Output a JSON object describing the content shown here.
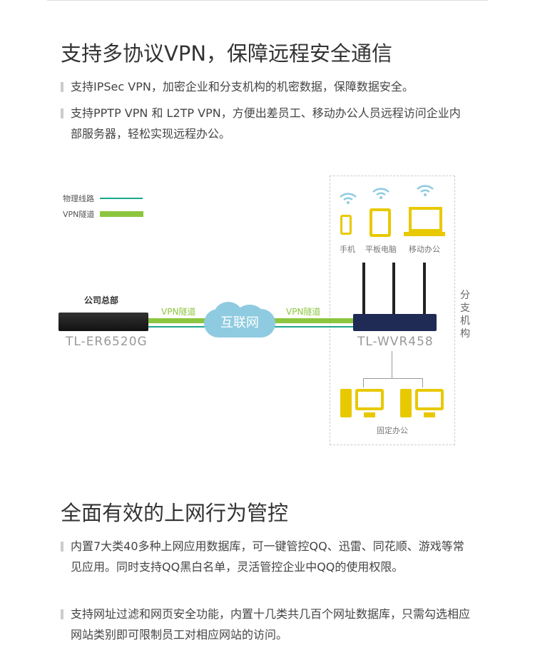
{
  "section1": {
    "title": "支持多协议VPN，保障远程安全通信",
    "bullets": [
      "支持IPSec VPN，加密企业和分支机构的机密数据，保障数据安全。",
      "支持PPTP VPN 和 L2TP VPN，方便出差员工、移动办公人员远程访问企业内部服务器，轻松实现远程办公。"
    ]
  },
  "diagram": {
    "legend_physical": "物理线路",
    "legend_vpn": "VPN隧道",
    "hq_label": "公司总部",
    "hq_model": "TL-ER6520G",
    "tunnel_left": "VPN隧道",
    "tunnel_right": "VPN隧道",
    "internet": "互联网",
    "branch_model": "TL-WVR458",
    "branch_label": "分支机构",
    "phone": "手机",
    "tablet": "平板电脑",
    "mobile_office": "移动办公",
    "fixed_office": "固定办公",
    "colors": {
      "physical": "#1aa88a",
      "vpn": "#8cc63f",
      "device": "#e8c900",
      "cloud": "#8fcbe0"
    }
  },
  "section2": {
    "title": "全面有效的上网行为管控",
    "bullets": [
      "内置7大类40多种上网应用数据库，可一键管控QQ、迅雷、同花顺、游戏等常见应用。同时支持QQ黑白名单，灵活管控企业中QQ的使用权限。",
      "支持网址过滤和网页安全功能，内置十几类共几百个网址数据库，只需勾选相应网站类别即可限制员工对相应网站的访问。"
    ]
  }
}
